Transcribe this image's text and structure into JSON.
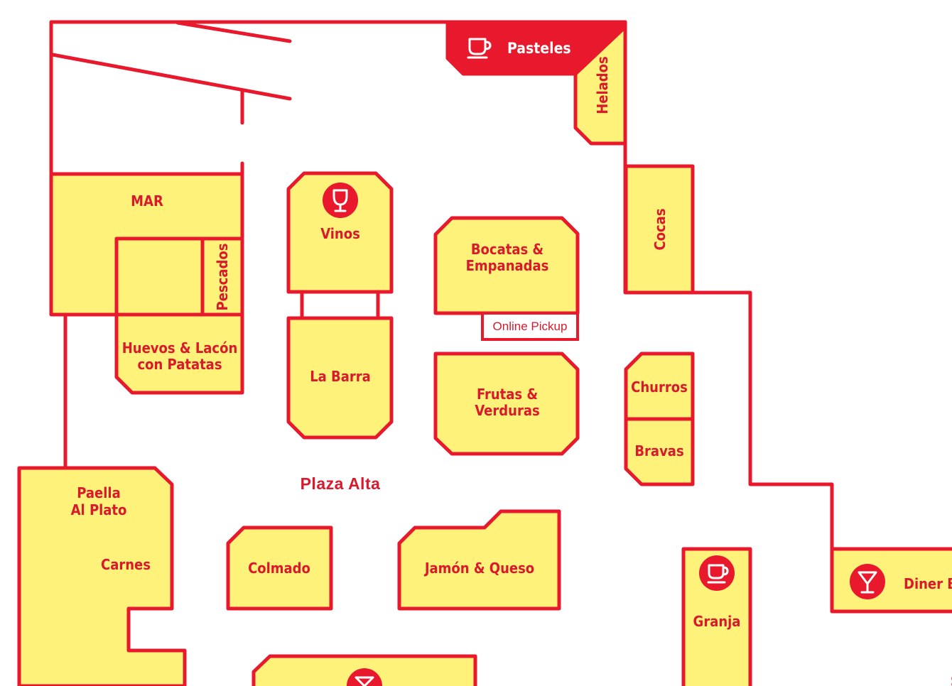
{
  "map": {
    "area_label": "Plaza Alta",
    "stalls": {
      "pasteles": "Pasteles",
      "helados": "Helados",
      "mar": "MAR",
      "pescados": "Pescados",
      "huevos_line1": "Huevos & Lacón",
      "huevos_line2": "con Patatas",
      "vinos": "Vinos",
      "la_barra": "La Barra",
      "bocatas_line1": "Bocatas &",
      "bocatas_line2": "Empanadas",
      "online_pickup": "Online Pickup",
      "frutas_line1": "Frutas &",
      "frutas_line2": "Verduras",
      "cocas": "Cocas",
      "churros": "Churros",
      "bravas": "Bravas",
      "paella_line1": "Paella",
      "paella_line2": "Al Plato",
      "carnes": "Carnes",
      "colmado": "Colmado",
      "jamon": "Jamón & Queso",
      "granja": "Granja",
      "diner_bar": "Diner Bar",
      "edge_char": "S"
    },
    "icons": [
      "coffee-cup-icon",
      "wine-glass-icon",
      "cocktail-glass-icon"
    ],
    "colors": {
      "stall_fill": "#FFF27A",
      "accent_red": "#E8192C",
      "background": "#FFFFFF"
    }
  }
}
